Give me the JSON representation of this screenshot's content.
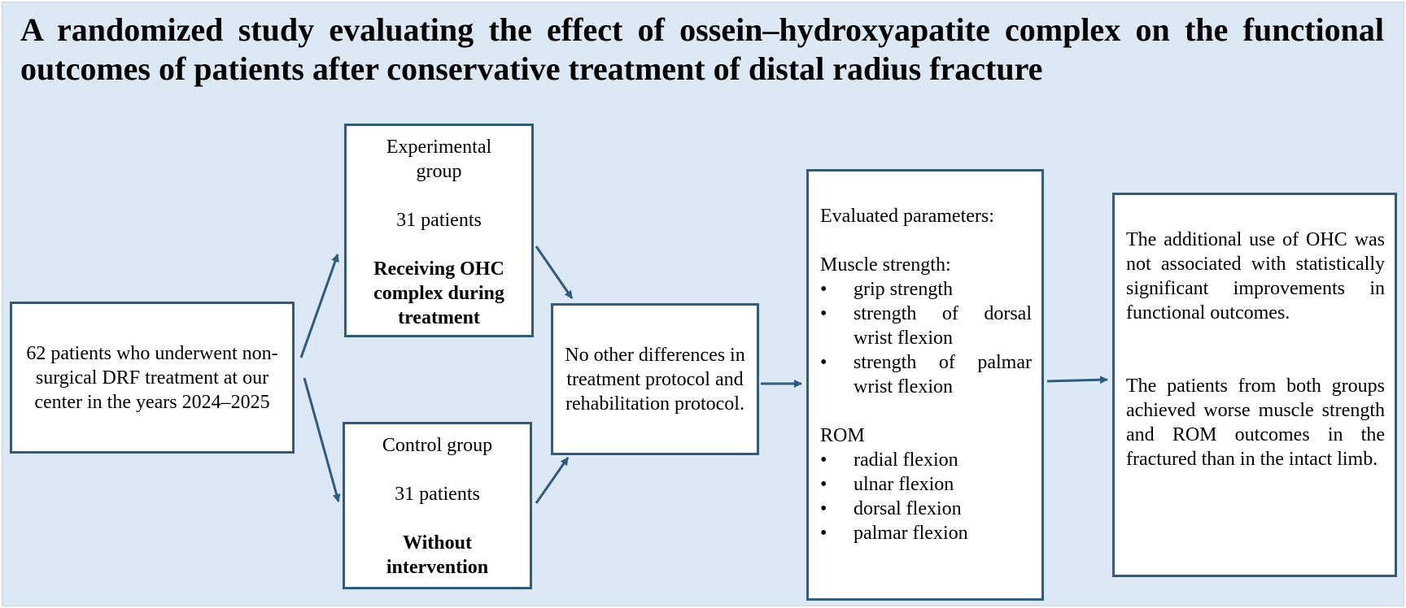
{
  "title": "A randomized study evaluating the effect of ossein–hydroxyapatite complex on the functional outcomes of patients after conservative treatment of distal radius fracture",
  "patients_box": {
    "text": "62 patients who underwent non-surgical DRF treatment at our center in the years 2024–2025"
  },
  "experimental_box": {
    "name": "Experimental group",
    "count": "31 patients",
    "treatment": "Receiving OHC complex during treatment"
  },
  "control_box": {
    "name": "Control group",
    "count": "31 patients",
    "treatment": "Without intervention"
  },
  "protocol_box": {
    "text": "No other differences in treatment protocol and rehabilitation protocol."
  },
  "parameters_box": {
    "heading": "Evaluated parameters:",
    "muscle_heading": "Muscle strength:",
    "muscle_items": [
      "grip strength",
      "strength of dorsal wrist flexion",
      "strength of palmar wrist flexion"
    ],
    "rom_heading": "ROM",
    "rom_items": [
      "radial flexion",
      "ulnar flexion",
      "dorsal flexion",
      "palmar flexion"
    ]
  },
  "conclusions_box": {
    "finding_1": "The additional use of OHC was not associated with statistically significant improvements in functional outcomes.",
    "finding_2": "The patients from both groups achieved worse muscle strength and ROM outcomes in the fractured than in the intact limb."
  },
  "colors": {
    "background": "#dce9f5",
    "box_border": "#2f5b7c",
    "arrow": "#2f5b7c"
  }
}
